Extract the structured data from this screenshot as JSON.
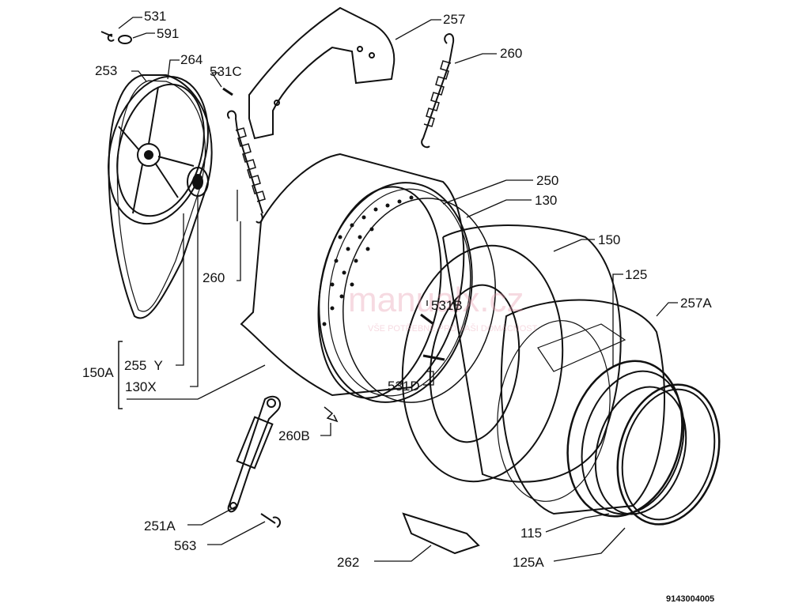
{
  "labels": {
    "l531": "531",
    "l591": "591",
    "l253": "253",
    "l264": "264",
    "l531c": "531C",
    "l257": "257",
    "l260a": "260",
    "l250": "250",
    "l130": "130",
    "l150": "150",
    "l125": "125",
    "l257a": "257A",
    "l531b": "531B",
    "l531d": "531D",
    "l260b": "260",
    "l150a": "150A",
    "l255y": "255  Y",
    "l130x": "130X",
    "l260bb": "260B",
    "l251a": "251A",
    "l563": "563",
    "l262": "262",
    "l115": "115",
    "l125a": "125A"
  },
  "drawing_code": "9143004005",
  "watermark": {
    "brand": "manualx.cz",
    "tagline": "VŠE POTŘEBNÉ PRO VAŠI DOMÁCNOST"
  }
}
